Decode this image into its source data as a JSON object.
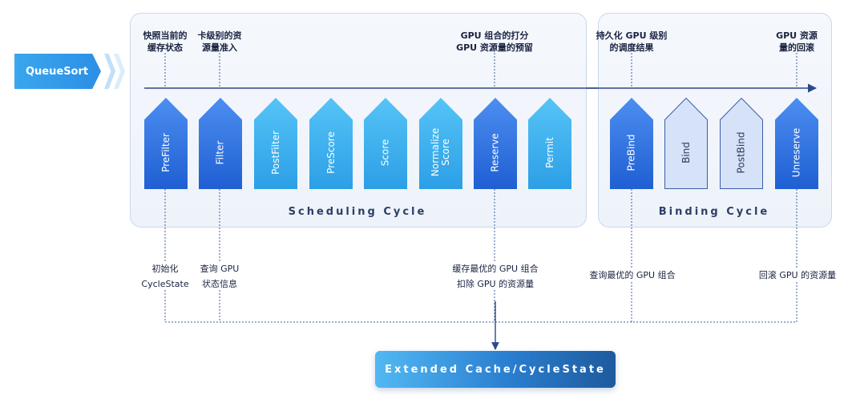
{
  "queue_sort": {
    "label": "QueueSort"
  },
  "scheduling_cycle": {
    "label": "Scheduling Cycle",
    "plugins": [
      {
        "lines": [
          "PreFilter"
        ],
        "style": "dark"
      },
      {
        "lines": [
          "Filter"
        ],
        "style": "dark"
      },
      {
        "lines": [
          "PostFilter"
        ],
        "style": "light"
      },
      {
        "lines": [
          "PreScore"
        ],
        "style": "light"
      },
      {
        "lines": [
          "Score"
        ],
        "style": "light"
      },
      {
        "lines": [
          "Normalize",
          "Score"
        ],
        "style": "light"
      },
      {
        "lines": [
          "Reserve"
        ],
        "style": "dark"
      },
      {
        "lines": [
          "Permit"
        ],
        "style": "light"
      }
    ]
  },
  "binding_cycle": {
    "label": "Binding Cycle",
    "plugins": [
      {
        "lines": [
          "PreBind"
        ],
        "style": "dark"
      },
      {
        "lines": [
          "Bind"
        ],
        "style": "pale"
      },
      {
        "lines": [
          "PostBind"
        ],
        "style": "pale"
      },
      {
        "lines": [
          "Unreserve"
        ],
        "style": "dark"
      }
    ]
  },
  "top_annotations": [
    {
      "lines": [
        "快照当前的",
        "缓存状态"
      ]
    },
    {
      "lines": [
        "卡级别的资",
        "源量准入"
      ]
    },
    {
      "lines": [
        "GPU 组合的打分",
        "GPU 资源量的预留"
      ]
    },
    {
      "lines": [
        "持久化 GPU 级别",
        "的调度结果"
      ]
    },
    {
      "lines": [
        "GPU 资源",
        "量的回滚"
      ]
    }
  ],
  "bottom_annotations": [
    {
      "lines": [
        "初始化",
        "CycleState"
      ]
    },
    {
      "lines": [
        "查询 GPU",
        "状态信息"
      ]
    },
    {
      "lines": [
        "缓存最优的 GPU 组合",
        "扣除 GPU 的资源量"
      ]
    },
    {
      "lines": [
        "查询最优的 GPU 组合"
      ]
    },
    {
      "lines": [
        "回滚 GPU 的资源量"
      ]
    }
  ],
  "cache": {
    "label": "Extended Cache/CycleState"
  },
  "colors": {
    "dark_plugin": "#2a6fe0",
    "light_plugin": "#3bb0ee",
    "pale_plugin": "#d5e2f8",
    "arrow": "#2b4a8a",
    "cache_box": "#2a7fd0"
  }
}
